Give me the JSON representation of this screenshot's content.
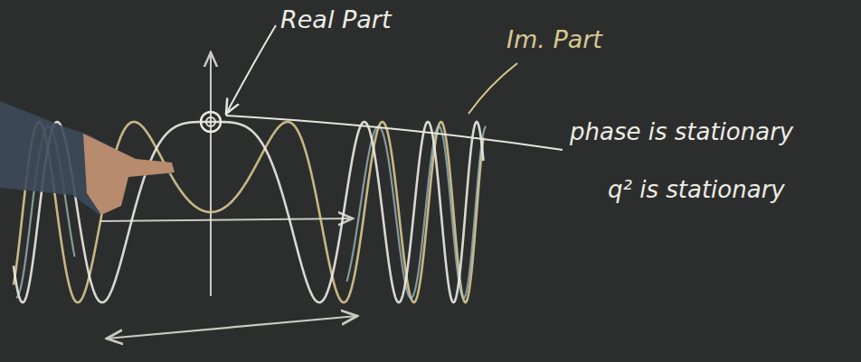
{
  "diagram": {
    "labels": [
      "Real Part",
      "Im. Part",
      "phase is stationary",
      "q² is stationary"
    ]
  }
}
